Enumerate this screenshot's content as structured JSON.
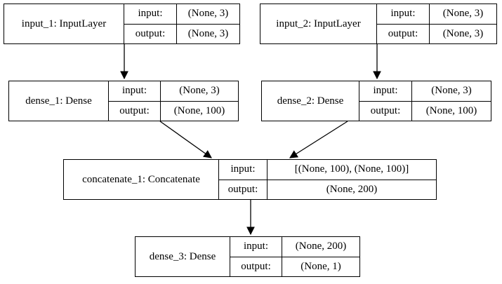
{
  "diagram": {
    "type": "model-architecture-graph",
    "colors": {
      "border": "#000000",
      "background": "#ffffff",
      "text": "#000000",
      "edge": "#000000"
    },
    "nodes": [
      {
        "id": "input_1",
        "label": "input_1: InputLayer",
        "rows": [
          {
            "key": "input:",
            "value": "(None, 3)"
          },
          {
            "key": "output:",
            "value": "(None, 3)"
          }
        ]
      },
      {
        "id": "input_2",
        "label": "input_2: InputLayer",
        "rows": [
          {
            "key": "input:",
            "value": "(None, 3)"
          },
          {
            "key": "output:",
            "value": "(None, 3)"
          }
        ]
      },
      {
        "id": "dense_1",
        "label": "dense_1: Dense",
        "rows": [
          {
            "key": "input:",
            "value": "(None, 3)"
          },
          {
            "key": "output:",
            "value": "(None, 100)"
          }
        ]
      },
      {
        "id": "dense_2",
        "label": "dense_2: Dense",
        "rows": [
          {
            "key": "input:",
            "value": "(None, 3)"
          },
          {
            "key": "output:",
            "value": "(None, 100)"
          }
        ]
      },
      {
        "id": "concatenate_1",
        "label": "concatenate_1: Concatenate",
        "rows": [
          {
            "key": "input:",
            "value": "[(None, 100), (None, 100)]"
          },
          {
            "key": "output:",
            "value": "(None, 200)"
          }
        ]
      },
      {
        "id": "dense_3",
        "label": "dense_3: Dense",
        "rows": [
          {
            "key": "input:",
            "value": "(None, 200)"
          },
          {
            "key": "output:",
            "value": "(None, 1)"
          }
        ]
      }
    ],
    "edges": [
      {
        "from": "input_1",
        "to": "dense_1"
      },
      {
        "from": "input_2",
        "to": "dense_2"
      },
      {
        "from": "dense_1",
        "to": "concatenate_1"
      },
      {
        "from": "dense_2",
        "to": "concatenate_1"
      },
      {
        "from": "concatenate_1",
        "to": "dense_3"
      }
    ]
  }
}
